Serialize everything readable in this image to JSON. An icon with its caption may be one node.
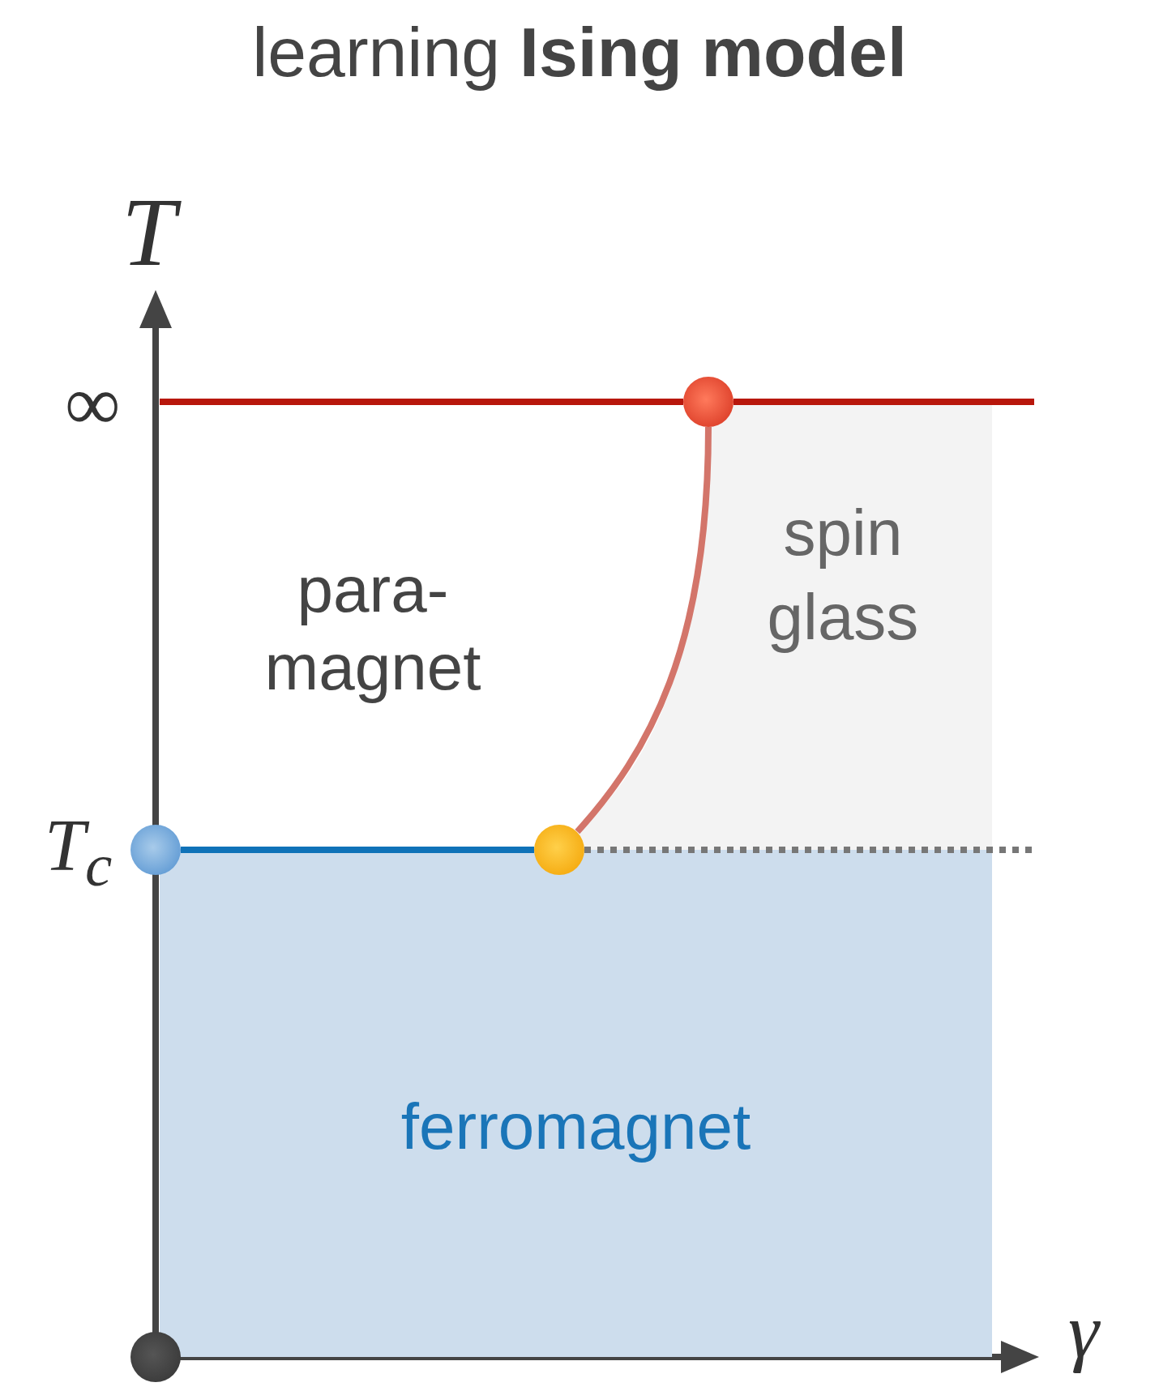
{
  "diagram": {
    "title": "learning **Ising model**",
    "nodes": [
      {
        "text": [],
        "shape": "circle"
      },
      {
        "text": [],
        "shape": "circle"
      },
      {
        "text": [],
        "shape": "circle"
      },
      {
        "text": [],
        "shape": "circle"
      },
      {
        "text": [
          "ferromagnet"
        ]
      },
      {
        "text": [
          "spin glass"
        ]
      }
    ],
    "edges": [
      {
        "from": 1,
        "to": 2,
        "arrow": "none",
        "color": "#0f72b8"
      },
      {
        "from": 2,
        "to": 3,
        "arrow": "none",
        "color": "#d3756a"
      },
      {
        "from": 2,
        "to": null,
        "arrow": "none",
        "style": "dashed",
        "color": "#777777"
      },
      {
        "from": null,
        "to": 3,
        "arrow": "none",
        "color": "#b8170c"
      },
      {
        "from": 3,
        "to": null,
        "arrow": "none",
        "color": "#b8170c"
      }
    ],
    "labels": [
      "T",
      "∞",
      "para- magnet",
      "T$_{c}$",
      "γ"
    ]
  }
}
